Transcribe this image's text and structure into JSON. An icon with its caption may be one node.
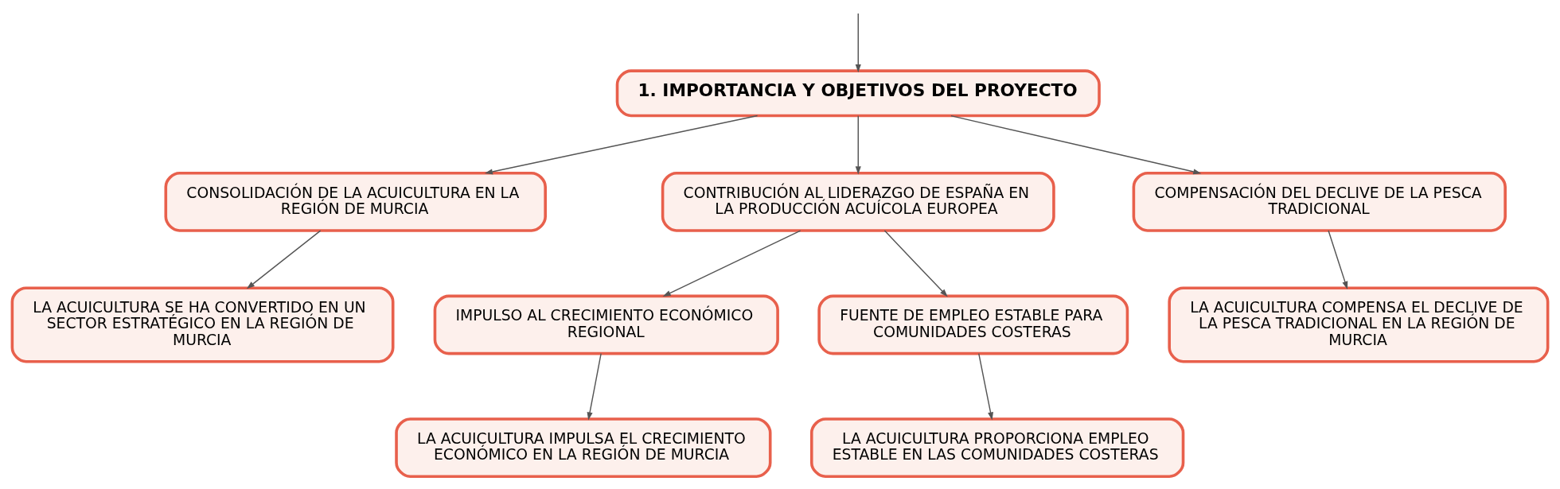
{
  "diagram": {
    "nodes": [
      {
        "text": [
          "1. IMPORTANCIA Y OBJETIVOS DEL PROYECTO"
        ]
      },
      {
        "text": [
          "CONSOLIDACIÓN DE LA ACUICULTURA EN LA REGIÓN DE MURCIA"
        ]
      },
      {
        "text": [
          "CONTRIBUCIÓN AL LIDERAZGO DE ESPAÑA EN LA PRODUCCIÓN ACUÍCOLA EUROPEA"
        ]
      },
      {
        "text": [
          "COMPENSACIÓN DEL DECLIVE DE LA PESCA TRADICIONAL"
        ]
      },
      {
        "text": [
          "LA ACUICULTURA SE HA CONVERTIDO EN UN SECTOR ESTRATÉGICO EN LA REGIÓN DE MURCIA"
        ]
      },
      {
        "text": [
          "IMPULSO AL CRECIMIENTO ECONÓMICO REGIONAL"
        ]
      },
      {
        "text": [
          "FUENTE DE EMPLEO ESTABLE PARA COMUNIDADES COSTERAS"
        ]
      },
      {
        "text": [
          "LA ACUICULTURA COMPENSA EL DECLIVE DE LA PESCA TRADICIONAL EN LA REGIÓN DE MURCIA"
        ]
      },
      {
        "text": [
          "LA ACUICULTURA IMPULSA EL CRECIMIENTO ECONÓMICO EN LA REGIÓN DE MURCIA"
        ]
      },
      {
        "text": [
          "LA ACUICULTURA PROPORCIONA EMPLEO ESTABLE EN LAS COMUNIDADES COSTERAS"
        ]
      }
    ],
    "edges": [
      {
        "from": null,
        "to": 0,
        "arrow": "to"
      },
      {
        "from": 0,
        "to": 1,
        "arrow": "to"
      },
      {
        "from": 0,
        "to": 2,
        "arrow": "to"
      },
      {
        "from": 0,
        "to": 3,
        "arrow": "to"
      },
      {
        "from": 1,
        "to": 4,
        "arrow": "to"
      },
      {
        "from": 2,
        "to": 5,
        "arrow": "to"
      },
      {
        "from": 2,
        "to": 6,
        "arrow": "to"
      },
      {
        "from": 3,
        "to": 7,
        "arrow": "to"
      },
      {
        "from": 5,
        "to": 8,
        "arrow": "to"
      },
      {
        "from": 6,
        "to": 9,
        "arrow": "to"
      }
    ]
  }
}
